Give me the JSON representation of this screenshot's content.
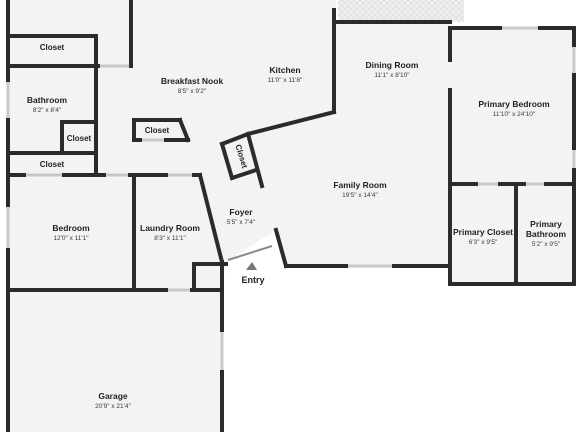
{
  "colors": {
    "wall": "#2b2b2b",
    "floor": "#f3f3f3",
    "window": "#d6d6d6",
    "patio": "#e9e9e9"
  },
  "rooms": [
    {
      "id": "closet-top-left",
      "name": "Closet",
      "dims": ""
    },
    {
      "id": "breakfast-nook",
      "name": "Breakfast Nook",
      "dims": "8'5\" x 9'2\""
    },
    {
      "id": "kitchen",
      "name": "Kitchen",
      "dims": "11'0\" x 11'8\""
    },
    {
      "id": "dining-room",
      "name": "Dining Room",
      "dims": "11'1\" x 8'10\""
    },
    {
      "id": "primary-bedroom",
      "name": "Primary Bedroom",
      "dims": "11'10\" x 24'10\""
    },
    {
      "id": "bathroom",
      "name": "Bathroom",
      "dims": "8'2\" x 8'4\""
    },
    {
      "id": "closet-bath",
      "name": "Closet",
      "dims": ""
    },
    {
      "id": "closet-nook",
      "name": "Closet",
      "dims": ""
    },
    {
      "id": "closet-hall",
      "name": "Closet",
      "dims": ""
    },
    {
      "id": "closet-rotated",
      "name": "Closet",
      "dims": ""
    },
    {
      "id": "family-room",
      "name": "Family Room",
      "dims": "19'5\" x 14'4\""
    },
    {
      "id": "foyer",
      "name": "Foyer",
      "dims": "5'5\" x 7'4\""
    },
    {
      "id": "bedroom",
      "name": "Bedroom",
      "dims": "12'0\" x 11'1\""
    },
    {
      "id": "laundry-room",
      "name": "Laundry Room",
      "dims": "8'3\" x 11'1\""
    },
    {
      "id": "primary-closet",
      "name": "Primary Closet",
      "dims": "6'3\" x 9'5\""
    },
    {
      "id": "primary-bathroom",
      "name": "Primary Bathroom",
      "dims": "5'2\" x 9'5\""
    },
    {
      "id": "garage",
      "name": "Garage",
      "dims": "20'9\" x 21'4\""
    }
  ],
  "entry": {
    "label": "Entry",
    "icon": "entry-arrow-icon"
  }
}
